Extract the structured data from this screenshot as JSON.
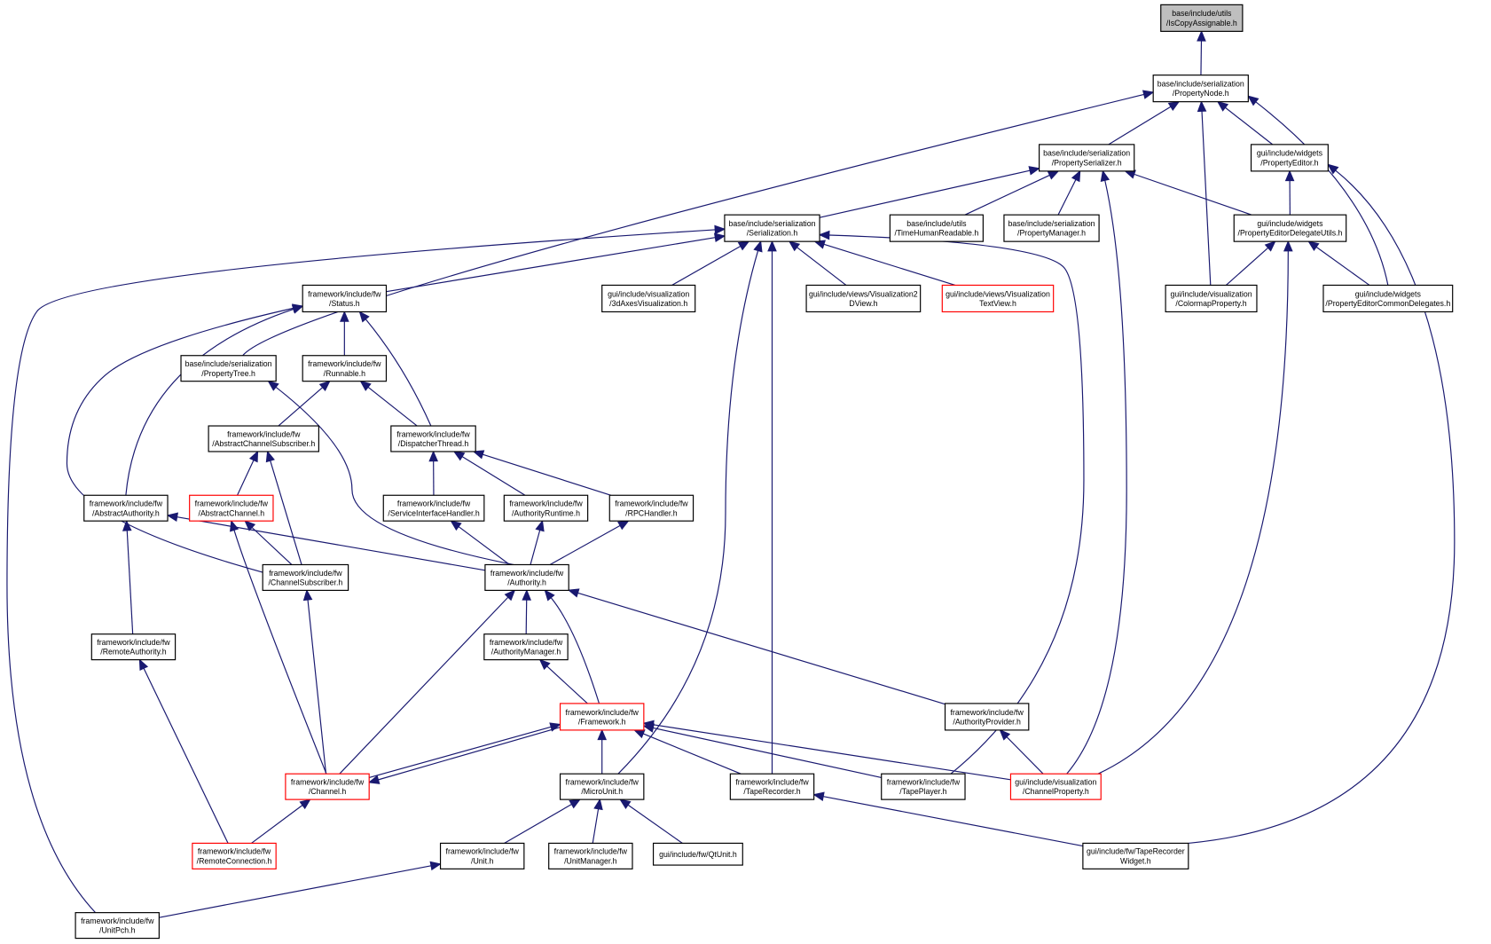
{
  "graph": {
    "title": "Include dependency graph for IsCopyAssignable.h",
    "colors": {
      "edge": "#191970",
      "focus_fill": "#bfbfbf",
      "truncated_border": "#ff0000",
      "border": "#000000"
    },
    "nodes": [
      {
        "id": "IsCopyAssignable",
        "lines": [
          "base/include/utils",
          "/IsCopyAssignable.h"
        ],
        "style": "focus"
      },
      {
        "id": "PropertyNode",
        "lines": [
          "base/include/serialization",
          "/PropertyNode.h"
        ]
      },
      {
        "id": "PropertySerializer",
        "lines": [
          "base/include/serialization",
          "/PropertySerializer.h"
        ]
      },
      {
        "id": "PropertyEditor",
        "lines": [
          "gui/include/widgets",
          "/PropertyEditor.h"
        ]
      },
      {
        "id": "Serialization",
        "lines": [
          "base/include/serialization",
          "/Serialization.h"
        ]
      },
      {
        "id": "TimeHumanReadable",
        "lines": [
          "base/include/utils",
          "/TimeHumanReadable.h"
        ]
      },
      {
        "id": "PropertyManager",
        "lines": [
          "base/include/serialization",
          "/PropertyManager.h"
        ]
      },
      {
        "id": "PropertyEditorDelegateUtils",
        "lines": [
          "gui/include/widgets",
          "/PropertyEditorDelegateUtils.h"
        ]
      },
      {
        "id": "Status",
        "lines": [
          "framework/include/fw",
          "/Status.h"
        ]
      },
      {
        "id": "3dAxesVisualization",
        "lines": [
          "gui/include/visualization",
          "/3dAxesVisualization.h"
        ]
      },
      {
        "id": "Visualization2DView",
        "lines": [
          "gui/include/views/Visualization2",
          "DView.h"
        ]
      },
      {
        "id": "VisualizationTextView",
        "lines": [
          "gui/include/views/Visualization",
          "TextView.h"
        ],
        "style": "trunc"
      },
      {
        "id": "ColormapProperty",
        "lines": [
          "gui/include/visualization",
          "/ColormapProperty.h"
        ]
      },
      {
        "id": "PropertyEditorCommonDelegates",
        "lines": [
          "gui/include/widgets",
          "/PropertyEditorCommonDelegates.h"
        ]
      },
      {
        "id": "PropertyTree",
        "lines": [
          "base/include/serialization",
          "/PropertyTree.h"
        ]
      },
      {
        "id": "Runnable",
        "lines": [
          "framework/include/fw",
          "/Runnable.h"
        ]
      },
      {
        "id": "AbstractChannelSubscriber",
        "lines": [
          "framework/include/fw",
          "/AbstractChannelSubscriber.h"
        ]
      },
      {
        "id": "DispatcherThread",
        "lines": [
          "framework/include/fw",
          "/DispatcherThread.h"
        ]
      },
      {
        "id": "AbstractAuthority",
        "lines": [
          "framework/include/fw",
          "/AbstractAuthority.h"
        ]
      },
      {
        "id": "AbstractChannel",
        "lines": [
          "framework/include/fw",
          "/AbstractChannel.h"
        ],
        "style": "trunc"
      },
      {
        "id": "ServiceInterfaceHandler",
        "lines": [
          "framework/include/fw",
          "/ServiceInterfaceHandler.h"
        ]
      },
      {
        "id": "AuthorityRuntime",
        "lines": [
          "framework/include/fw",
          "/AuthorityRuntime.h"
        ]
      },
      {
        "id": "RPCHandler",
        "lines": [
          "framework/include/fw",
          "/RPCHandler.h"
        ]
      },
      {
        "id": "ChannelSubscriber",
        "lines": [
          "framework/include/fw",
          "/ChannelSubscriber.h"
        ]
      },
      {
        "id": "Authority",
        "lines": [
          "framework/include/fw",
          "/Authority.h"
        ]
      },
      {
        "id": "RemoteAuthority",
        "lines": [
          "framework/include/fw",
          "/RemoteAuthority.h"
        ]
      },
      {
        "id": "AuthorityManager",
        "lines": [
          "framework/include/fw",
          "/AuthorityManager.h"
        ]
      },
      {
        "id": "Framework",
        "lines": [
          "framework/include/fw",
          "/Framework.h"
        ],
        "style": "trunc"
      },
      {
        "id": "AuthorityProvider",
        "lines": [
          "framework/include/fw",
          "/AuthorityProvider.h"
        ]
      },
      {
        "id": "Channel",
        "lines": [
          "framework/include/fw",
          "/Channel.h"
        ],
        "style": "trunc"
      },
      {
        "id": "MicroUnit",
        "lines": [
          "framework/include/fw",
          "/MicroUnit.h"
        ]
      },
      {
        "id": "TapeRecorder",
        "lines": [
          "framework/include/fw",
          "/TapeRecorder.h"
        ]
      },
      {
        "id": "TapePlayer",
        "lines": [
          "framework/include/fw",
          "/TapePlayer.h"
        ]
      },
      {
        "id": "ChannelProperty",
        "lines": [
          "gui/include/visualization",
          "/ChannelProperty.h"
        ],
        "style": "trunc"
      },
      {
        "id": "RemoteConnection",
        "lines": [
          "framework/include/fw",
          "/RemoteConnection.h"
        ],
        "style": "trunc"
      },
      {
        "id": "Unit",
        "lines": [
          "framework/include/fw",
          "/Unit.h"
        ]
      },
      {
        "id": "UnitManager",
        "lines": [
          "framework/include/fw",
          "/UnitManager.h"
        ]
      },
      {
        "id": "QtUnit",
        "lines": [
          "gui/include/fw/QtUnit.h"
        ]
      },
      {
        "id": "TapeRecorderWidget",
        "lines": [
          "gui/include/fw/TapeRecorder",
          "Widget.h"
        ]
      },
      {
        "id": "UnitPch",
        "lines": [
          "framework/include/fw",
          "/UnitPch.h"
        ]
      }
    ],
    "edges": [
      [
        "PropertyNode",
        "IsCopyAssignable"
      ],
      [
        "PropertySerializer",
        "PropertyNode"
      ],
      [
        "PropertyEditor",
        "PropertyNode"
      ],
      [
        "ColormapProperty",
        "PropertyNode"
      ],
      [
        "PropertyEditorCommonDelegates",
        "PropertyNode"
      ],
      [
        "PropertyTree",
        "PropertyNode"
      ],
      [
        "Serialization",
        "PropertySerializer"
      ],
      [
        "TimeHumanReadable",
        "PropertySerializer"
      ],
      [
        "PropertyManager",
        "PropertySerializer"
      ],
      [
        "PropertyEditorDelegateUtils",
        "PropertySerializer"
      ],
      [
        "ChannelProperty",
        "PropertySerializer"
      ],
      [
        "PropertyEditorDelegateUtils",
        "PropertyEditor"
      ],
      [
        "TapeRecorderWidget",
        "PropertyEditor"
      ],
      [
        "ColormapProperty",
        "PropertyEditorDelegateUtils"
      ],
      [
        "PropertyEditorCommonDelegates",
        "PropertyEditorDelegateUtils"
      ],
      [
        "ChannelProperty",
        "PropertyEditorDelegateUtils"
      ],
      [
        "Status",
        "Serialization"
      ],
      [
        "3dAxesVisualization",
        "Serialization"
      ],
      [
        "Visualization2DView",
        "Serialization"
      ],
      [
        "VisualizationTextView",
        "Serialization"
      ],
      [
        "TapePlayer",
        "Serialization"
      ],
      [
        "TapeRecorder",
        "Serialization"
      ],
      [
        "MicroUnit",
        "Serialization"
      ],
      [
        "UnitPch",
        "Serialization"
      ],
      [
        "Runnable",
        "Status"
      ],
      [
        "DispatcherThread",
        "Status"
      ],
      [
        "AbstractAuthority",
        "Status"
      ],
      [
        "ChannelSubscriber",
        "Status"
      ],
      [
        "AbstractChannelSubscriber",
        "Runnable"
      ],
      [
        "DispatcherThread",
        "Runnable"
      ],
      [
        "Authority",
        "PropertyTree"
      ],
      [
        "AbstractChannel",
        "AbstractChannelSubscriber"
      ],
      [
        "ChannelSubscriber",
        "AbstractChannelSubscriber"
      ],
      [
        "ServiceInterfaceHandler",
        "DispatcherThread"
      ],
      [
        "AuthorityRuntime",
        "DispatcherThread"
      ],
      [
        "RPCHandler",
        "DispatcherThread"
      ],
      [
        "Authority",
        "AbstractAuthority"
      ],
      [
        "RemoteAuthority",
        "AbstractAuthority"
      ],
      [
        "ChannelSubscriber",
        "AbstractChannel"
      ],
      [
        "Channel",
        "AbstractChannel"
      ],
      [
        "Authority",
        "ServiceInterfaceHandler"
      ],
      [
        "Authority",
        "AuthorityRuntime"
      ],
      [
        "Authority",
        "RPCHandler"
      ],
      [
        "Channel",
        "ChannelSubscriber"
      ],
      [
        "AuthorityManager",
        "Authority"
      ],
      [
        "Framework",
        "Authority"
      ],
      [
        "Channel",
        "Authority"
      ],
      [
        "AuthorityProvider",
        "Authority"
      ],
      [
        "RemoteConnection",
        "RemoteAuthority"
      ],
      [
        "Framework",
        "AuthorityManager"
      ],
      [
        "Channel",
        "Framework"
      ],
      [
        "Framework",
        "Channel"
      ],
      [
        "MicroUnit",
        "Framework"
      ],
      [
        "TapeRecorder",
        "Framework"
      ],
      [
        "TapePlayer",
        "Framework"
      ],
      [
        "ChannelProperty",
        "Framework"
      ],
      [
        "ChannelProperty",
        "AuthorityProvider"
      ],
      [
        "RemoteConnection",
        "Channel"
      ],
      [
        "Unit",
        "MicroUnit"
      ],
      [
        "UnitManager",
        "MicroUnit"
      ],
      [
        "QtUnit",
        "MicroUnit"
      ],
      [
        "TapeRecorderWidget",
        "TapeRecorder"
      ],
      [
        "UnitPch",
        "Unit"
      ]
    ]
  }
}
